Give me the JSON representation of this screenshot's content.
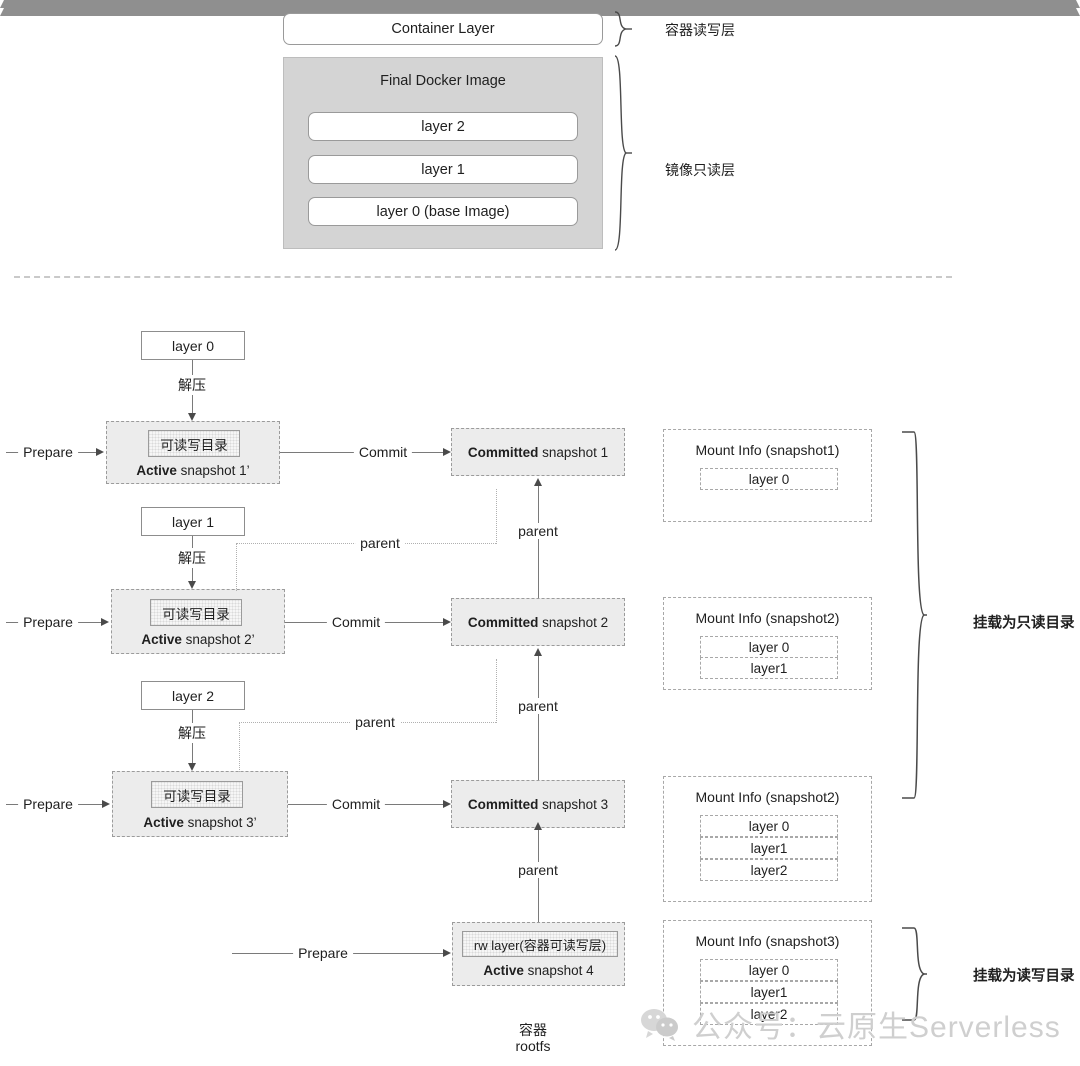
{
  "top_section": {
    "container_layer": {
      "label": "Container Layer"
    },
    "image_panel": {
      "title": "Final Docker Image",
      "layers": [
        {
          "label": "layer 2"
        },
        {
          "label": "layer 1"
        },
        {
          "label": "layer 0 (base Image)"
        }
      ]
    },
    "brace_labels": {
      "container_rw": "容器读写层",
      "image_ro": "镜像只读层"
    }
  },
  "bottom_section": {
    "decompress_label": "解压",
    "prepare_label": "Prepare",
    "commit_label": "Commit",
    "parent_label": "parent",
    "rows": [
      {
        "feed_layer": "layer 0",
        "active_inner": "可读写目录",
        "active_caption_strong": "Active",
        "active_caption_rest": " snapshot 1’",
        "committed_strong": "Committed",
        "committed_rest": " snapshot 1",
        "mount_title": "Mount Info (snapshot1)",
        "mount_layers": [
          "layer 0"
        ]
      },
      {
        "feed_layer": "layer 1",
        "active_inner": "可读写目录",
        "active_caption_strong": "Active",
        "active_caption_rest": " snapshot 2’",
        "committed_strong": "Committed",
        "committed_rest": " snapshot 2",
        "mount_title": "Mount Info (snapshot2)",
        "mount_layers": [
          "layer 0",
          "layer1"
        ]
      },
      {
        "feed_layer": "layer 2",
        "active_inner": "可读写目录",
        "active_caption_strong": "Active",
        "active_caption_rest": " snapshot 3’",
        "committed_strong": "Committed",
        "committed_rest": " snapshot 3",
        "mount_title": "Mount Info (snapshot2)",
        "mount_layers": [
          "layer 0",
          "layer1",
          "layer2"
        ]
      }
    ],
    "container_row": {
      "active_inner": "rw layer(容器可读写层)",
      "active_caption_strong": "Active",
      "active_caption_rest": " snapshot 4",
      "rootfs_line1": "容器",
      "rootfs_line2": "rootfs",
      "mount_title": "Mount Info (snapshot3)",
      "mount_layers": [
        "layer 0",
        "layer1",
        "layer2"
      ]
    },
    "brace_labels": {
      "readonly_mount": "挂载为只读目录",
      "readwrite_mount": "挂载为读写目录"
    }
  },
  "watermark": {
    "text": "公众号：云原生Serverless",
    "logo": "wechat-icon"
  },
  "colors": {
    "panel_gray": "#d4d4d4",
    "box_fill": "#ececec",
    "line": "#7a7a7a",
    "dotted_line": "#b0b0b0",
    "text": "#1f1f1f",
    "watermark": "#cfcfcf"
  }
}
